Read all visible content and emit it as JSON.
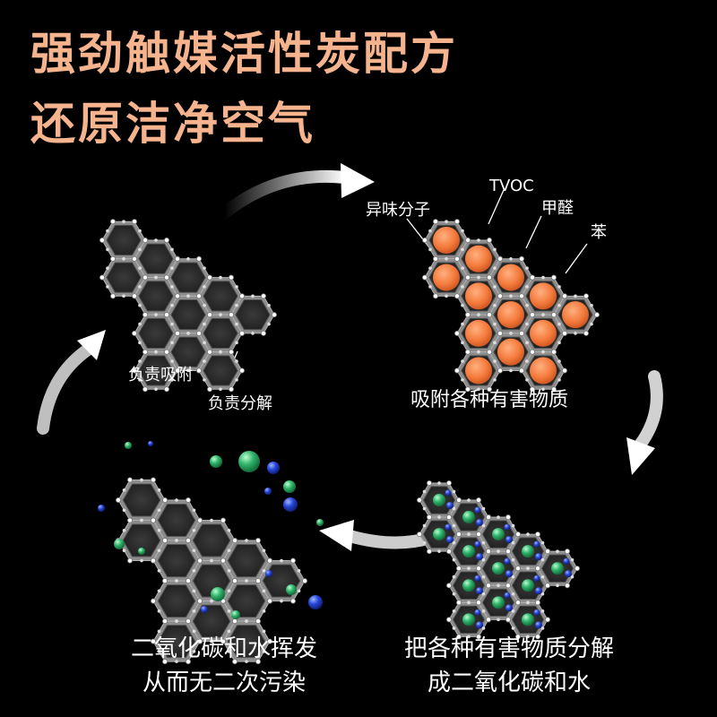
{
  "title": {
    "line1": "强劲触媒活性炭配方",
    "line2": "还原洁净空气"
  },
  "panel_top_left": {
    "label_adsorb": "负责吸附",
    "label_decompose": "负责分解"
  },
  "panel_top_right": {
    "label_odor": "异味分子",
    "label_tvoc": "TVOC",
    "label_formaldehyde": "甲醛",
    "label_benzene": "苯",
    "caption": "吸附各种有害物质"
  },
  "panel_bottom_right": {
    "caption_line1": "把各种有害物质分解",
    "caption_line2": "成二氧化碳和水"
  },
  "panel_bottom_left": {
    "caption_line1": "二氧化碳和水挥发",
    "caption_line2": "从而无二次污染"
  },
  "colors": {
    "title": "#f6b48e",
    "hex_fill": "#2a2a2a",
    "hex_stroke": "#9a9a9a",
    "pollutant": "#f47a3c",
    "co2_green": "#2fb36a",
    "water_blue": "#2746d8"
  }
}
